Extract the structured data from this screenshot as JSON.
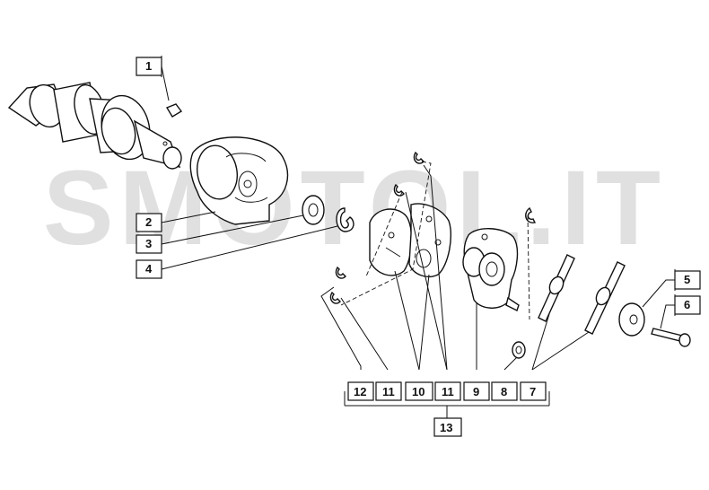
{
  "watermark": "SMOTOL.IT",
  "callouts": {
    "c1": "1",
    "c2": "2",
    "c3": "3",
    "c4": "4",
    "c5": "5",
    "c6": "6",
    "c7": "7",
    "c8": "8",
    "c9": "9",
    "c10": "10",
    "c11a": "11",
    "c11b": "11",
    "c12": "12",
    "c13": "13"
  },
  "colors": {
    "line": "#111111",
    "watermark": "#c8c8c8",
    "background": "#ffffff"
  }
}
